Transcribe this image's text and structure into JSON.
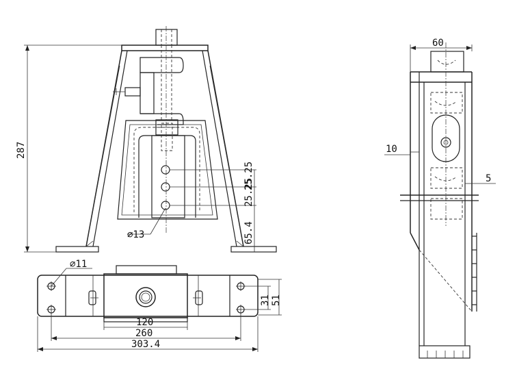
{
  "dimensions": {
    "overall_height": "287",
    "top_hole_spacing": "25.25",
    "bottom_hole_spacing": "25.25",
    "lowest_hole_height": "65.4",
    "slot_hole_diameter": "∅13",
    "base_hole_diameter": "∅11",
    "hole_row_spacing": "31",
    "base_width": "51",
    "center_block_length": "120",
    "hole_pitch_length": "260",
    "overall_base_length": "303.4",
    "side_width": "60",
    "offset_10": "10",
    "offset_5": "5"
  }
}
